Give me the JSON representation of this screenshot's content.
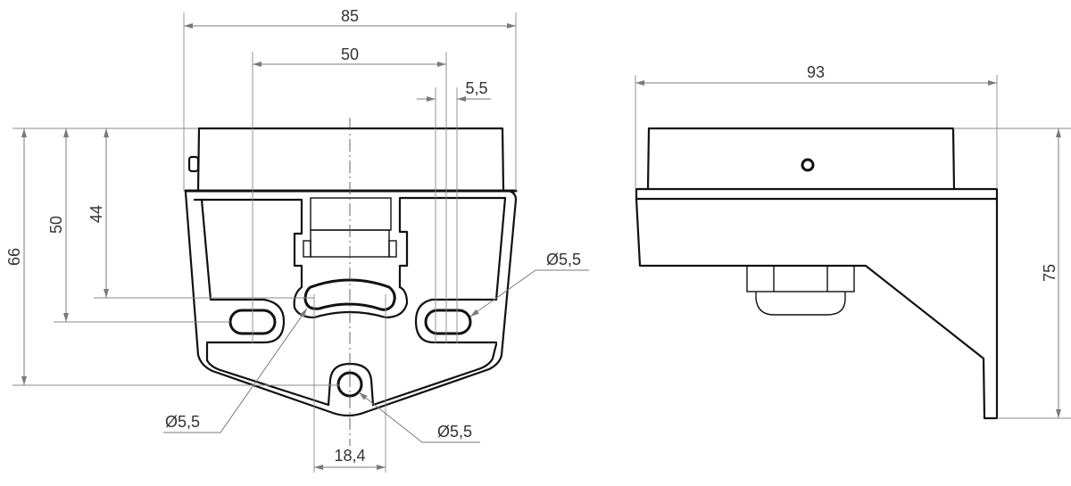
{
  "drawing": {
    "type": "technical-dimension-drawing",
    "views": [
      {
        "name": "front-view",
        "dimensions": {
          "overall_width": "85",
          "slot_spacing": "50",
          "slot_width": "5,5",
          "height_total": "66",
          "height_to_slots": "50",
          "height_to_upper_slot": "44",
          "bottom_tab_width": "18,4",
          "right_slot_diameter": "Ø5,5",
          "center_slot_diameter": "Ø5,5",
          "bottom_hole_diameter": "Ø5,5"
        }
      },
      {
        "name": "side-view",
        "dimensions": {
          "overall_depth": "93",
          "overall_height": "75"
        }
      }
    ],
    "colors": {
      "line": "#111111",
      "dimension_line": "#7a7a7a",
      "text": "#333333",
      "background": "#ffffff"
    }
  }
}
